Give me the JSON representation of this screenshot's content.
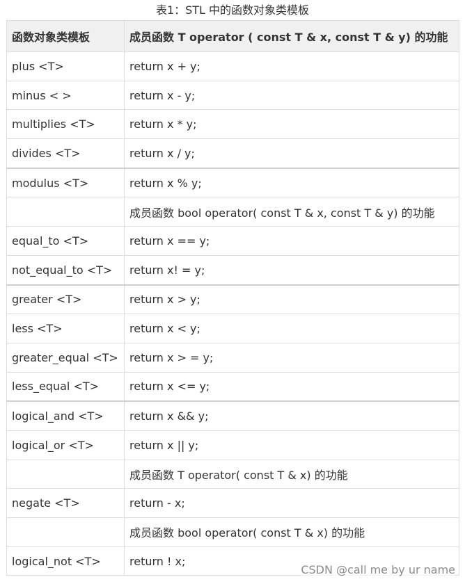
{
  "caption": "表1：STL 中的函数对象类模板",
  "table": {
    "headers": [
      "函数对象类模板",
      "成员函数 T operator ( const T & x, const T & y) 的功能"
    ],
    "rows": [
      {
        "template": "plus <T>",
        "function": "return x + y;"
      },
      {
        "template": "minus < >",
        "function": "return x - y;"
      },
      {
        "template": "multiplies <T>",
        "function": "return x * y;"
      },
      {
        "template": "divides <T>",
        "function": "return x / y;"
      },
      {
        "template": "modulus <T>",
        "function": "return x % y;"
      },
      {
        "template": "",
        "function": "成员函数 bool operator( const T & x, const T & y) 的功能"
      },
      {
        "template": "equal_to <T>",
        "function": "return x == y;"
      },
      {
        "template": "not_equal_to <T>",
        "function": "return x! = y;"
      },
      {
        "template": "greater <T>",
        "function": "return x > y;"
      },
      {
        "template": "less <T>",
        "function": "return x < y;"
      },
      {
        "template": "greater_equal <T>",
        "function": "return x > = y;"
      },
      {
        "template": "less_equal <T>",
        "function": "return x <= y;"
      },
      {
        "template": "logical_and <T>",
        "function": "return x && y;"
      },
      {
        "template": "logical_or <T>",
        "function": "return x || y;"
      },
      {
        "template": "",
        "function": "成员函数 T operator( const T & x) 的功能"
      },
      {
        "template": "negate <T>",
        "function": "return - x;"
      },
      {
        "template": "",
        "function": "成员函数 bool operator( const T & x) 的功能"
      },
      {
        "template": "logical_not <T>",
        "function": "return ! x;"
      }
    ]
  },
  "watermark": "CSDN @call me by ur name"
}
